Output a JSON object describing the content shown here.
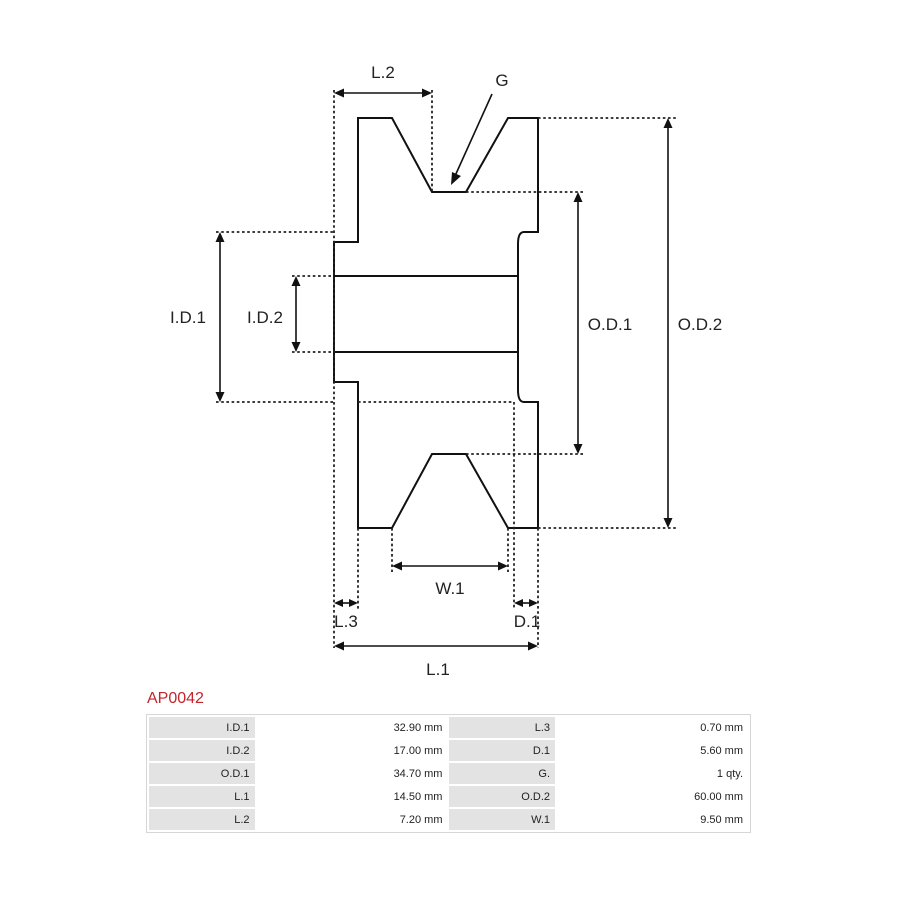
{
  "diagram": {
    "labels": {
      "l2": "L.2",
      "g": "G",
      "id1": "I.D.1",
      "id2": "I.D.2",
      "od1": "O.D.1",
      "od2": "O.D.2",
      "w1": "W.1",
      "l3": "L.3",
      "d1": "D.1",
      "l1": "L.1"
    }
  },
  "part_code": "AP0042",
  "specs": [
    {
      "label": "I.D.1",
      "value": "32.90 mm",
      "label2": "L.3",
      "value2": "0.70 mm"
    },
    {
      "label": "I.D.2",
      "value": "17.00 mm",
      "label2": "D.1",
      "value2": "5.60 mm"
    },
    {
      "label": "O.D.1",
      "value": "34.70 mm",
      "label2": "G.",
      "value2": "1 qty."
    },
    {
      "label": "L.1",
      "value": "14.50 mm",
      "label2": "O.D.2",
      "value2": "60.00 mm"
    },
    {
      "label": "L.2",
      "value": "7.20 mm",
      "label2": "W.1",
      "value2": "9.50 mm"
    }
  ]
}
